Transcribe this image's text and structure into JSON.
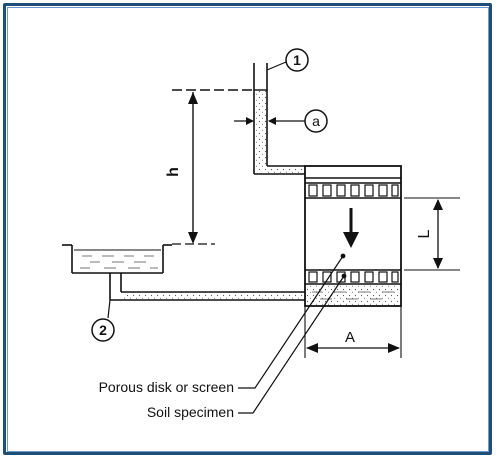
{
  "diagram": {
    "markers": {
      "tube": "1",
      "area": "a",
      "tank": "2"
    },
    "dimensions": {
      "head": "h",
      "length": "L",
      "area": "A"
    },
    "labels": {
      "porous": "Porous disk or screen",
      "soil": "Soil specimen"
    },
    "colors": {
      "frame": "#1f4e79",
      "frame_inner": "#6d9ad0",
      "ink": "#111111"
    }
  }
}
